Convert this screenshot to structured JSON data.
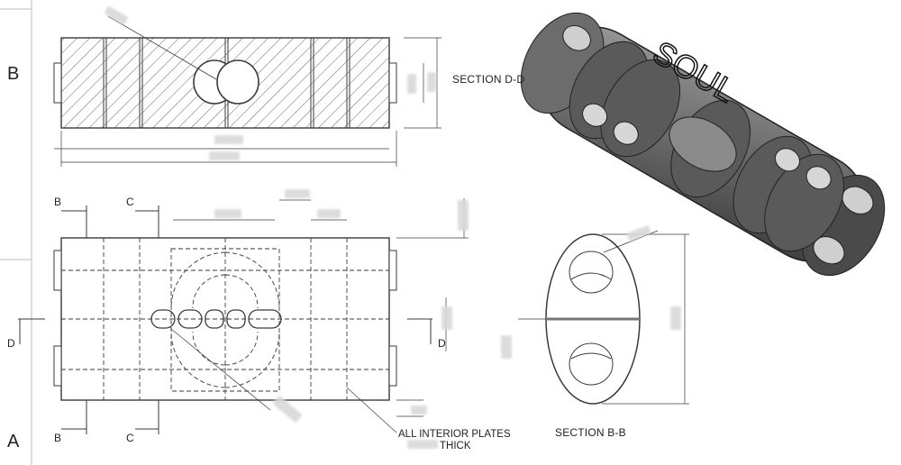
{
  "zones": {
    "top": "B",
    "bottom": "A"
  },
  "views": {
    "section_dd": "SECTION D-D",
    "section_bb": "SECTION B-B"
  },
  "cutting_planes": {
    "b_top": "B",
    "c_top": "C",
    "b_bottom": "B",
    "c_bottom": "C",
    "d_left": "D",
    "d_right": "D"
  },
  "logo_text": "SOUL",
  "note": {
    "line1": "ALL INTERIOR PLATES",
    "line2": "THICK"
  },
  "colors": {
    "line": "#3a3a3a",
    "hatch": "#555555",
    "body": "#5e5e5e",
    "body_dark": "#3c3c3c"
  }
}
